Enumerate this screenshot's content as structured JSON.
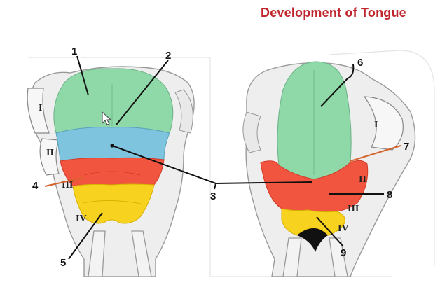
{
  "title": "Development of  Tongue",
  "colors": {
    "title": "#c0262d",
    "lateral_lingual_swelling": "#8fd9a8",
    "copula": "#7fc4df",
    "hypobranchial_eminence": "#f2553f",
    "arch_iv": "#f7d21e",
    "pointer_line": "#111111",
    "orange_pointer": "#d4622b"
  },
  "left_embryo": {
    "arch_labels": [
      "I",
      "II",
      "III",
      "IV"
    ]
  },
  "right_embryo": {
    "arch_labels": [
      "I",
      "II",
      "III",
      "IV"
    ]
  },
  "callouts": [
    "1",
    "2",
    "3",
    "4",
    "5",
    "6",
    "7",
    "8",
    "9"
  ]
}
